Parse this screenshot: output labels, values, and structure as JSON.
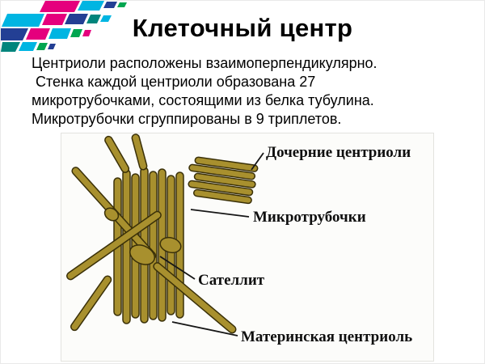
{
  "slide": {
    "title": "Клеточный центр",
    "body_lines": [
      "Центриоли расположены взаимоперпендикулярно.",
      " Стенка каждой центриоли образована 27",
      "микротрубочками, состоящими из белка тубулина.",
      "Микротрубочки сгруппированы в 9 триплетов."
    ]
  },
  "diagram": {
    "labels": {
      "daughter_centrioles": "Дочерние центриоли",
      "microtubules": "Микротрубочки",
      "satellite": "Сателлит",
      "mother_centriole": "Материнская центриоль"
    },
    "colors": {
      "tube_fill": "#a8902e",
      "tube_stroke": "#3a3008",
      "label_color": "#0f0f0f"
    }
  },
  "decoration": {
    "palette": [
      "#00b5e2",
      "#e5007d",
      "#233f94",
      "#00a650",
      "#00857c"
    ]
  }
}
